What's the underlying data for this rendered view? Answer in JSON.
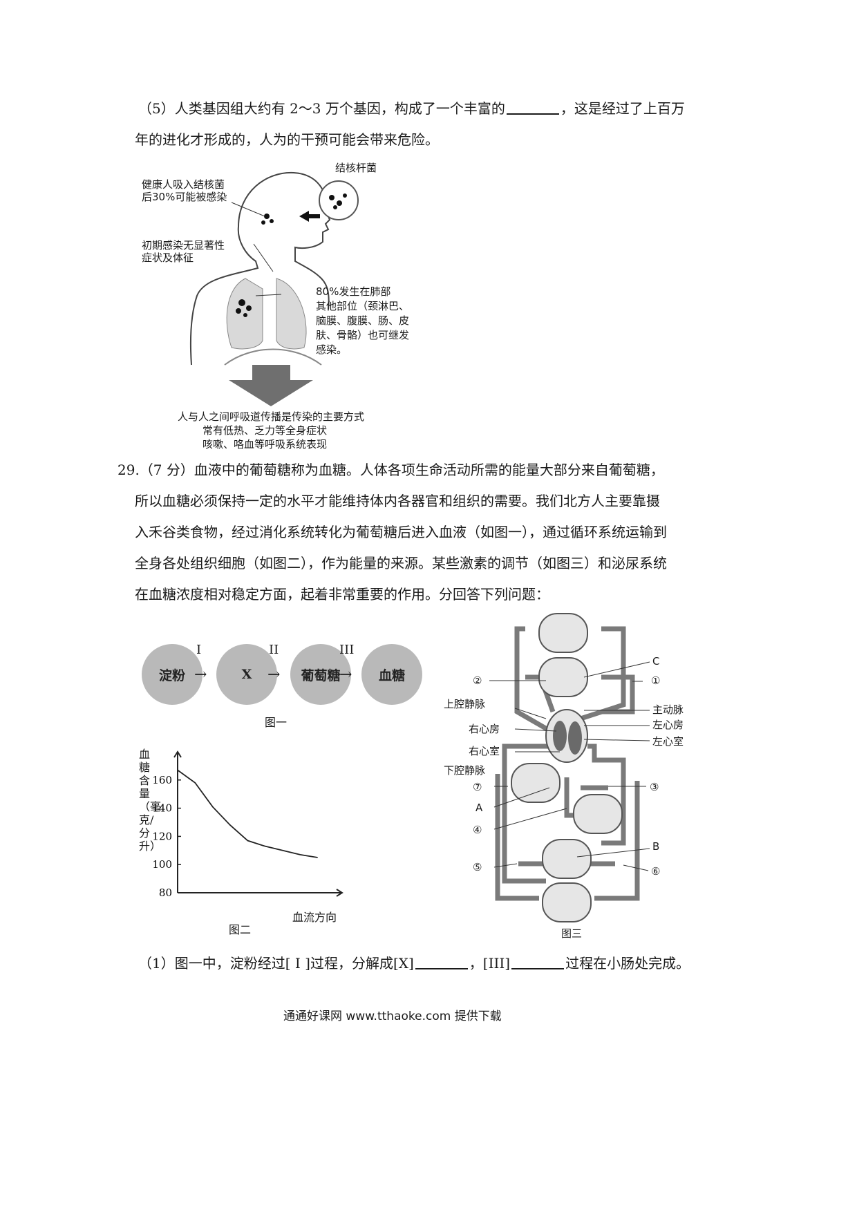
{
  "q28": {
    "part5_line1_a": "（5）人类基因组大约有 2～3 万个基因，构成了一个丰富的",
    "part5_line1_b": "，这是经过了上百万",
    "part5_line2": "年的进化才形成的，人为的干预可能会带来危险。"
  },
  "tb_figure": {
    "bacteria_label": "结核杆菌",
    "healthy_label_1": "健康人吸入结核菌",
    "healthy_label_2": "后30%可能被感染",
    "early_label_1": "初期感染无显著性",
    "early_label_2": "症状及体征",
    "lung_label_1": "80%发生在肺部",
    "lung_label_2": "其他部位（颈淋巴、",
    "lung_label_3": "脑膜、腹膜、肠、皮",
    "lung_label_4": "肤、骨骼）也可继发",
    "lung_label_5": "感染。",
    "bottom_1": "人与人之间呼吸道传播是传染的主要方式",
    "bottom_2": "常有低热、乏力等全身症状",
    "bottom_3": "咳嗽、咯血等呼吸系统表现"
  },
  "q29": {
    "line1": "29.（7 分）血液中的葡萄糖称为血糖。人体各项生命活动所需的能量大部分来自葡萄糖，",
    "line2": "所以血糖必须保持一定的水平才能维持体内各器官和组织的需要。我们北方人主要靠摄",
    "line3": "入禾谷类食物，经过消化系统转化为葡萄糖后进入血液（如图一），通过循环系统运输到",
    "line4": "全身各处组织细胞（如图二），作为能量的来源。某些激素的调节（如图三）和泌尿系统",
    "line5": "在血糖浓度相对稳定方面，起着非常重要的作用。分回答下列问题：",
    "sub1_a": "（1）图一中，淀粉经过[ I ]过程，分解成[X]",
    "sub1_b": "，[III]",
    "sub1_c": "过程在小肠处完成。"
  },
  "fig1": {
    "nodes": [
      "淀粉",
      "X",
      "葡萄糖",
      "血糖"
    ],
    "steps": [
      "I",
      "II",
      "III"
    ],
    "caption": "图一"
  },
  "fig2": {
    "caption": "图二",
    "chart_data": {
      "type": "line",
      "ylabel": "血糖含量（毫克/分升）",
      "xlabel": "血流方向",
      "yticks": [
        80,
        100,
        120,
        140,
        160
      ],
      "ylim": [
        80,
        180
      ],
      "x": [
        0,
        1,
        2,
        3,
        4,
        5,
        6,
        7,
        8,
        9
      ],
      "y": [
        167,
        158,
        141,
        128,
        117,
        113,
        110,
        107,
        105
      ]
    }
  },
  "fig3": {
    "caption": "图三",
    "labels": {
      "C": "C",
      "c1": "①",
      "c2": "②",
      "sqjm": "上腔静脉",
      "zdm": "主动脉",
      "zxf": "左心房",
      "yxf": "右心房",
      "zxs": "左心室",
      "yxs": "右心室",
      "xqjm": "下腔静脉",
      "c7": "⑦",
      "c3": "③",
      "A": "A",
      "c4": "④",
      "B": "B",
      "c5": "⑤",
      "c6": "⑥"
    }
  },
  "footer": "通通好课网  www.tthaoke.com  提供下载"
}
